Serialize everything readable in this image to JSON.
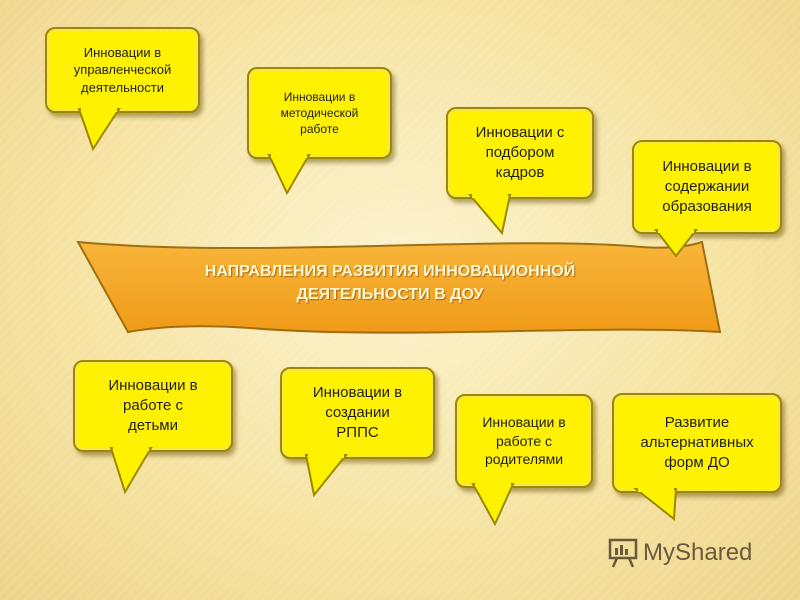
{
  "central_banner": {
    "text": "НАПРАВЛЕНИЯ РАЗВИТИЯ ИННОВАЦИОННОЙ\nДЕЯТЕЛЬНОСТИ В ДОУ"
  },
  "top_bubbles": [
    {
      "text": "Инновации в\nуправленческой\nдеятельности"
    },
    {
      "text": "Инновации в\nметодической\nработе"
    },
    {
      "text": "Инновации с\nподбором\nкадров"
    },
    {
      "text": "Инновации в\nсодержании\nобразования"
    }
  ],
  "bottom_bubbles": [
    {
      "text": "Инновации в\nработе с\nдетьми"
    },
    {
      "text": "Инновации в\nсоздании\nРППС"
    },
    {
      "text": "Инновации в\nработе с\nродителями"
    },
    {
      "text": "Развитие\nальтернативных\nформ ДО"
    }
  ],
  "watermark": {
    "text": "MyShared"
  },
  "colors": {
    "bubble": "#fff200",
    "banner": "#f6a623",
    "background": "#f6e4a4"
  }
}
